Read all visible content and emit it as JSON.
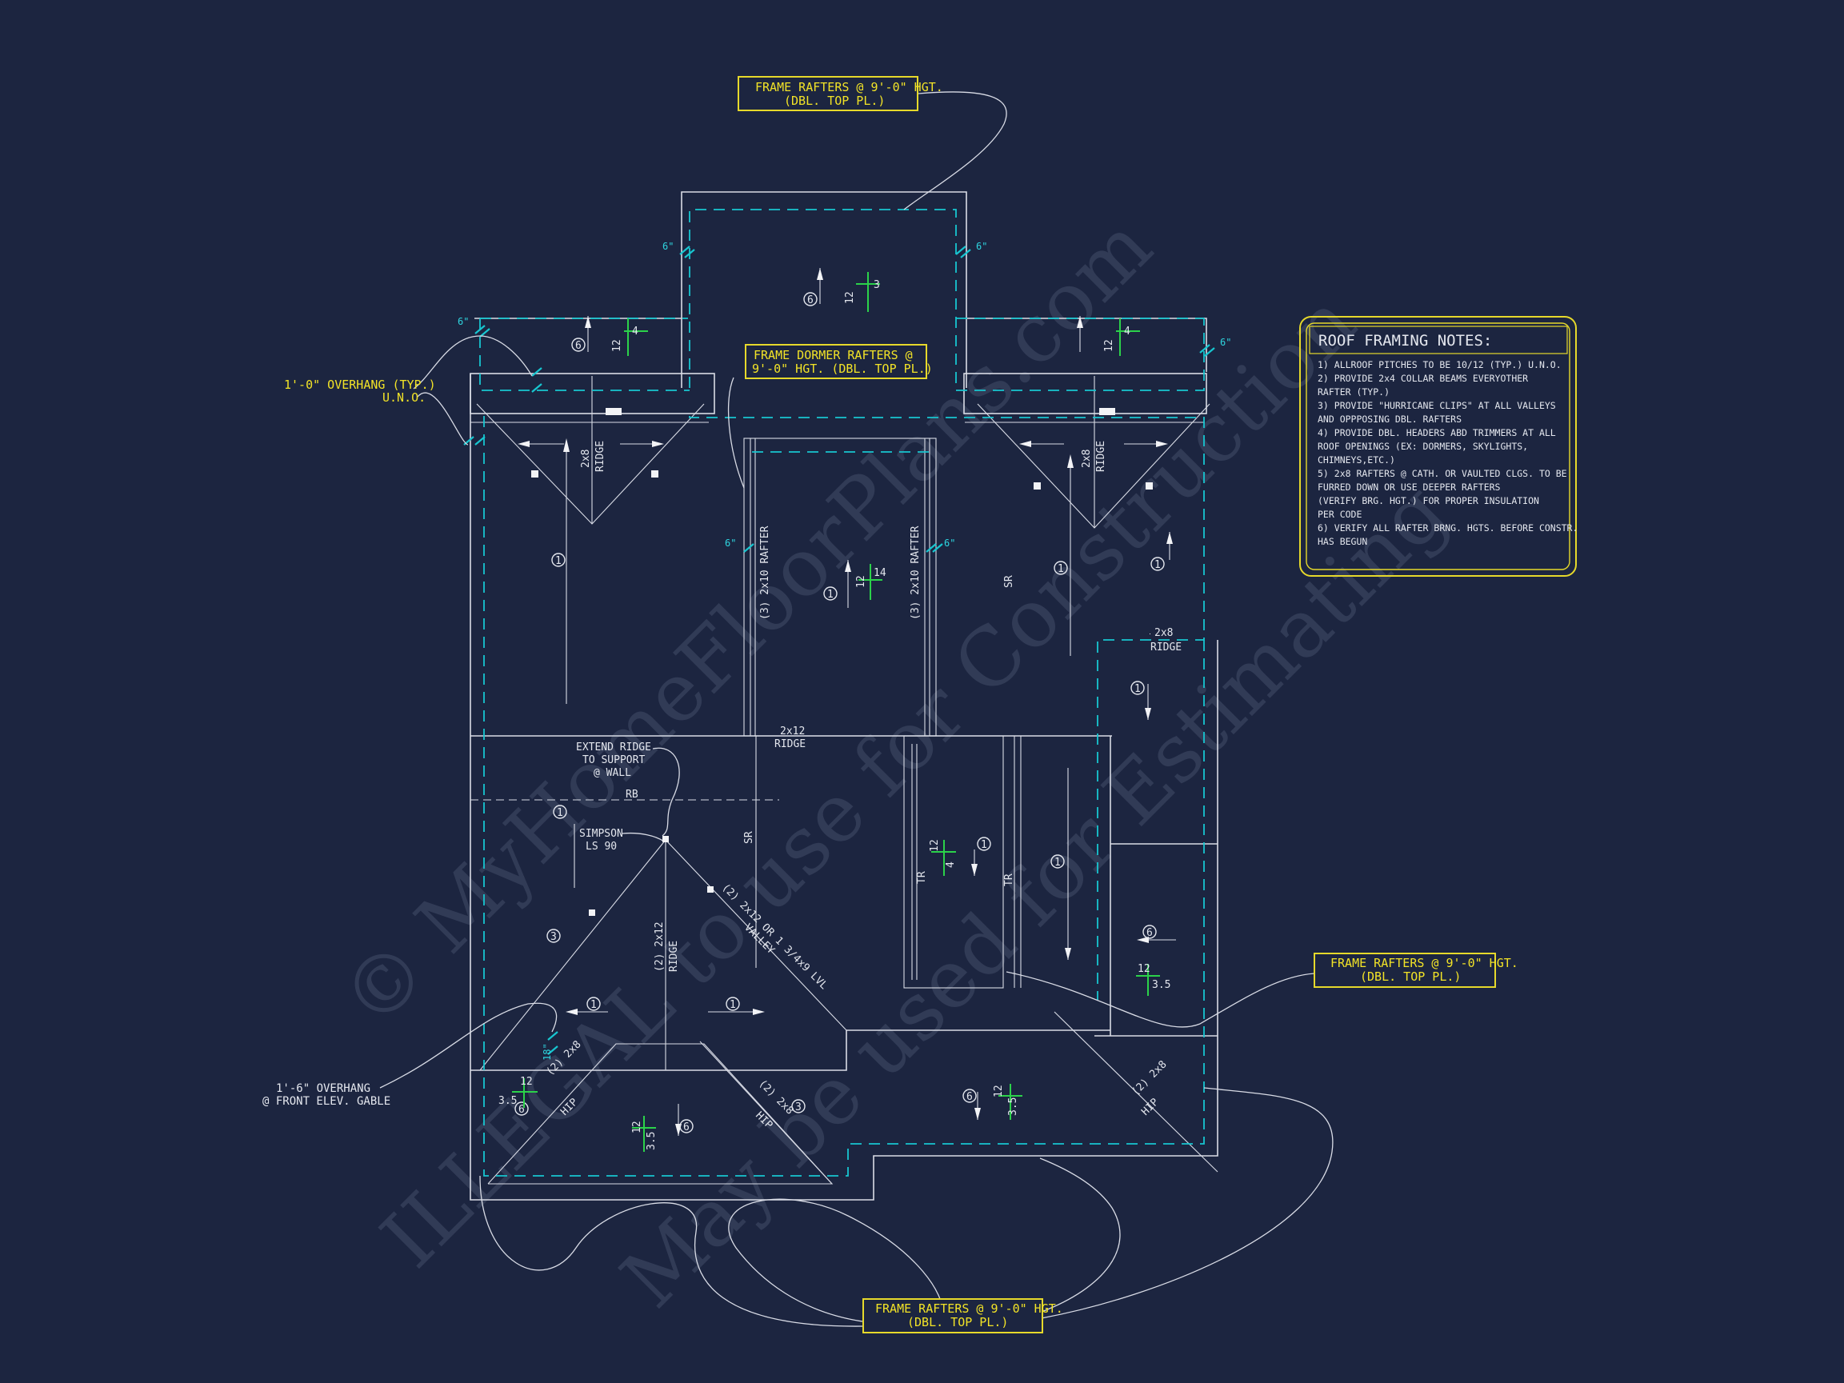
{
  "watermarks": {
    "line1": "© MyHomeFloorPlans.com",
    "line2": "ILLEGAL to use for Construction",
    "line3": "May be used for Estimating"
  },
  "callouts": {
    "top": {
      "line1": "FRAME RAFTERS @ 9'-0\" HGT.",
      "line2": "(DBL. TOP PL.)"
    },
    "dormer": {
      "line1": "FRAME DORMER RAFTERS @",
      "line2": "9'-0\" HGT. (DBL. TOP PL.)"
    },
    "right": {
      "line1": "FRAME RAFTERS @ 9'-0\" HGT.",
      "line2": "(DBL. TOP PL.)"
    },
    "bottom": {
      "line1": "FRAME RAFTERS @ 9'-0\" HGT.",
      "line2": "(DBL. TOP PL.)"
    }
  },
  "overhang_labels": {
    "left_line1": "1'-0\" OVERHANG (TYP.)",
    "left_line2": "U.N.O.",
    "front_line1": "1'-6\" OVERHANG",
    "front_line2": "@ FRONT ELEV. GABLE"
  },
  "notes": {
    "title": "ROOF FRAMING NOTES:",
    "items": [
      "1) ALLROOF PITCHES TO BE  10/12 (TYP.) U.N.O.",
      "2) PROVIDE 2x4 COLLAR BEAMS EVERYOTHER",
      "    RAFTER (TYP.)",
      "3) PROVIDE \"HURRICANE CLIPS\" AT ALL VALLEYS",
      "    AND OPPPOSING DBL. RAFTERS",
      "4) PROVIDE DBL. HEADERS ABD TRIMMERS AT ALL",
      "    ROOF OPENINGS (EX: DORMERS, SKYLIGHTS,",
      "    CHIMNEYS,ETC.)",
      "5) 2x8 RAFTERS @ CATH. OR VAULTED CLGS. TO BE",
      "    FURRED DOWN OR USE DEEPER RAFTERS",
      "    (VERIFY BRG. HGT.) FOR PROPER INSULATION",
      "    PER CODE",
      "6) VERIFY ALL RAFTER BRNG. HGTS. BEFORE CONSTR.",
      "    HAS BEGUN"
    ]
  },
  "labels": {
    "ridge_2x8": "2x8",
    "ridge": "RIDGE",
    "ridge_2x12": "2x12",
    "ridge_2x12_label": "RIDGE",
    "rafter_left": "(3) 2x10 RAFTER",
    "rafter_right": "(3) 2x10 RAFTER",
    "extend_1": "EXTEND RIDGE",
    "extend_2": "TO SUPPORT",
    "extend_3": "@ WALL",
    "simpson_1": "SIMPSON",
    "simpson_2": "LS 90",
    "rb": "RB",
    "sr": "SR",
    "tr": "TR",
    "valley": "(2) 2x12 OR 1 3/4x9 LVL",
    "valley_2": "VALLEY",
    "ridge_2_2x12": "(2) 2x12",
    "ridge_2_label": "RIDGE",
    "hip_2x8": "(2) 2x8",
    "hip": "HIP",
    "ridge_small": "2x8",
    "ridge_small_2": "RIDGE",
    "six_in": "6\"",
    "eighteen_in": "18\""
  },
  "pitches": {
    "p12": "12",
    "p4": "4",
    "p3": "3",
    "p14": "14",
    "p35": "3.5",
    "p4b": "4"
  },
  "zones": {
    "z1": "1",
    "z3": "3",
    "z6": "6"
  }
}
